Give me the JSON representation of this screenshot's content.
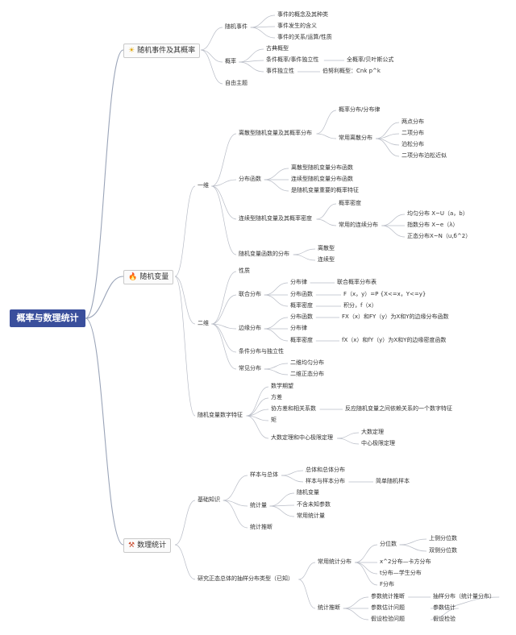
{
  "root": "概率与数理统计",
  "topics": [
    {
      "label": "随机事件及其概率",
      "icon": "sun-icon",
      "glyph": "☀",
      "color": "#e1a400"
    },
    {
      "label": "随机变量",
      "icon": "flame-icon",
      "glyph": "🔥",
      "color": "#e0441b"
    },
    {
      "label": "数理统计",
      "icon": "tools-icon",
      "glyph": "⚒",
      "color": "#c9482b"
    }
  ],
  "nodes": [
    "随机事件",
    "事件的概念及其种类",
    "事件发生的含义",
    "事件的关系/运算/性质",
    "概率",
    "古典概型",
    "条件概率/事件独立性",
    "全概率/贝叶斯公式",
    "事件独立性",
    "伯努利概型：Cnk p^k",
    "自由主题",
    "一维",
    "离散型随机变量及其概率分布",
    "概率分布/分布律",
    "常用离散分布",
    "两点分布",
    "二项分布",
    "泊松分布",
    "二项分布泊松近似",
    "分布函数",
    "离散型随机变量分布函数",
    "连续型随机变量分布函数",
    "是随机变量重要的概率特征",
    "连续型随机变量及其概率密度",
    "概率密度",
    "常用的连续分布",
    "均匀分布 X~U（a，b）",
    "指数分布 X~e（λ）",
    "正态分布X~N（u,б^2）",
    "随机变量函数的分布",
    "离散型",
    "连续型",
    "二维",
    "性质",
    "联合分布",
    "分布律",
    "联合概率分布表",
    "分布函数",
    "F（x，y）=P {X<=x，Y<=y}",
    "概率密度",
    "积分，f（x）",
    "边缘分布",
    "分布函数",
    "FX（x）和FY（y）为X和Y的边缘分布函数",
    "分布律",
    "概率密度",
    "fX（x）和fY（y）为X和Y的边缘密度函数",
    "条件分布与独立性",
    "常见分布",
    "二维均匀分布",
    "二维正态分布",
    "随机变量数字特征",
    "数学期望",
    "方差",
    "协方差和相关系数",
    "反应随机变量之间依赖关系的一个数字特征",
    "矩",
    "大数定理和中心极限定理",
    "大数定理",
    "中心极限定理",
    "基础知识",
    "样本与总体",
    "总体和总体分布",
    "样本与样本分布",
    "简单随机样本",
    "统计量",
    "随机变量",
    "不含未知参数",
    "常用统计量",
    "统计推断",
    "研究正态总体的抽样分布类型（已知）",
    "常用统计分布",
    "分位数",
    "上侧分位数",
    "双侧分位数",
    "x^2分布—卡方分布",
    "t分布—学生分布",
    "F分布",
    "统计推断",
    "参数统计推断",
    "抽样分布（统计量分布）",
    "参数估计问题",
    "参数估计",
    "假设检验问题",
    "假设检验"
  ]
}
